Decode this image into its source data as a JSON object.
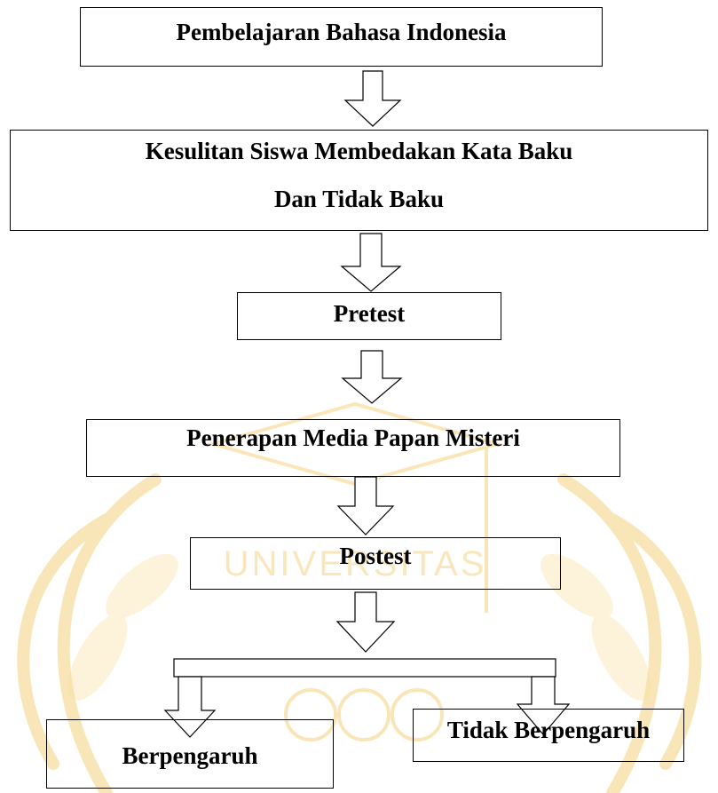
{
  "diagram": {
    "nodes": [
      {
        "id": "n1",
        "text": "Pembelajaran Bahasa Indonesia"
      },
      {
        "id": "n2",
        "lines": [
          "Kesulitan Siswa Membedakan Kata Baku",
          "Dan Tidak Baku"
        ]
      },
      {
        "id": "n3",
        "text": "Pretest"
      },
      {
        "id": "n4",
        "text": "Penerapan Media Papan Misteri"
      },
      {
        "id": "n5",
        "text": "Postest"
      },
      {
        "id": "n6",
        "text": "Berpengaruh"
      },
      {
        "id": "n7",
        "text": "Tidak Berpengaruh"
      }
    ],
    "edges": [
      [
        "n1",
        "n2"
      ],
      [
        "n2",
        "n3"
      ],
      [
        "n3",
        "n4"
      ],
      [
        "n4",
        "n5"
      ],
      [
        "n5",
        "split"
      ],
      [
        "split",
        "n6"
      ],
      [
        "split",
        "n7"
      ]
    ],
    "watermark": {
      "text": "UNIVERSITAS",
      "color": "#f3c96b"
    },
    "colors": {
      "line": "#000000",
      "background": "#ffffff"
    }
  }
}
